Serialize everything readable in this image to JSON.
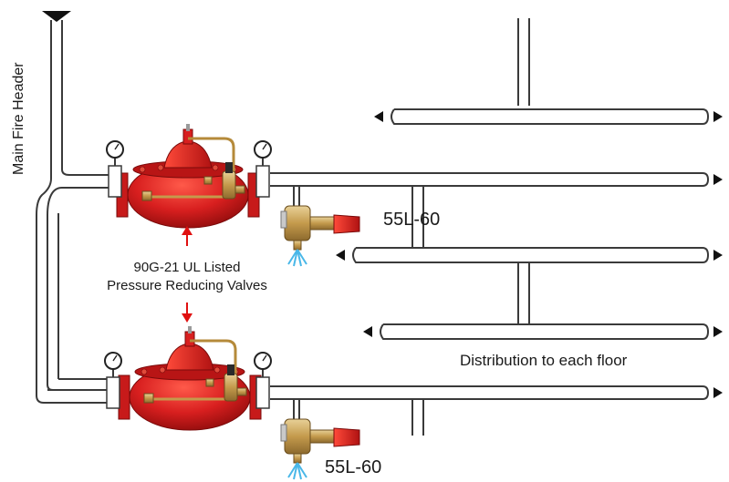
{
  "labels": {
    "main_header": "Main Fire Header",
    "valve_line1": "90G-21 UL Listed",
    "valve_line2": "Pressure Reducing Valves",
    "relief_valve_top": "55L-60",
    "relief_valve_bottom": "55L-60",
    "distribution": "Distribution to each floor"
  },
  "colors": {
    "pipe_stroke": "#3a3a3a",
    "valve_red": "#d81f1f",
    "valve_dark_red": "#9e1010",
    "brass": "#c9a860",
    "arrow_red": "#e01010",
    "spray_blue": "#49b7e8",
    "arrowhead": "#111111"
  }
}
